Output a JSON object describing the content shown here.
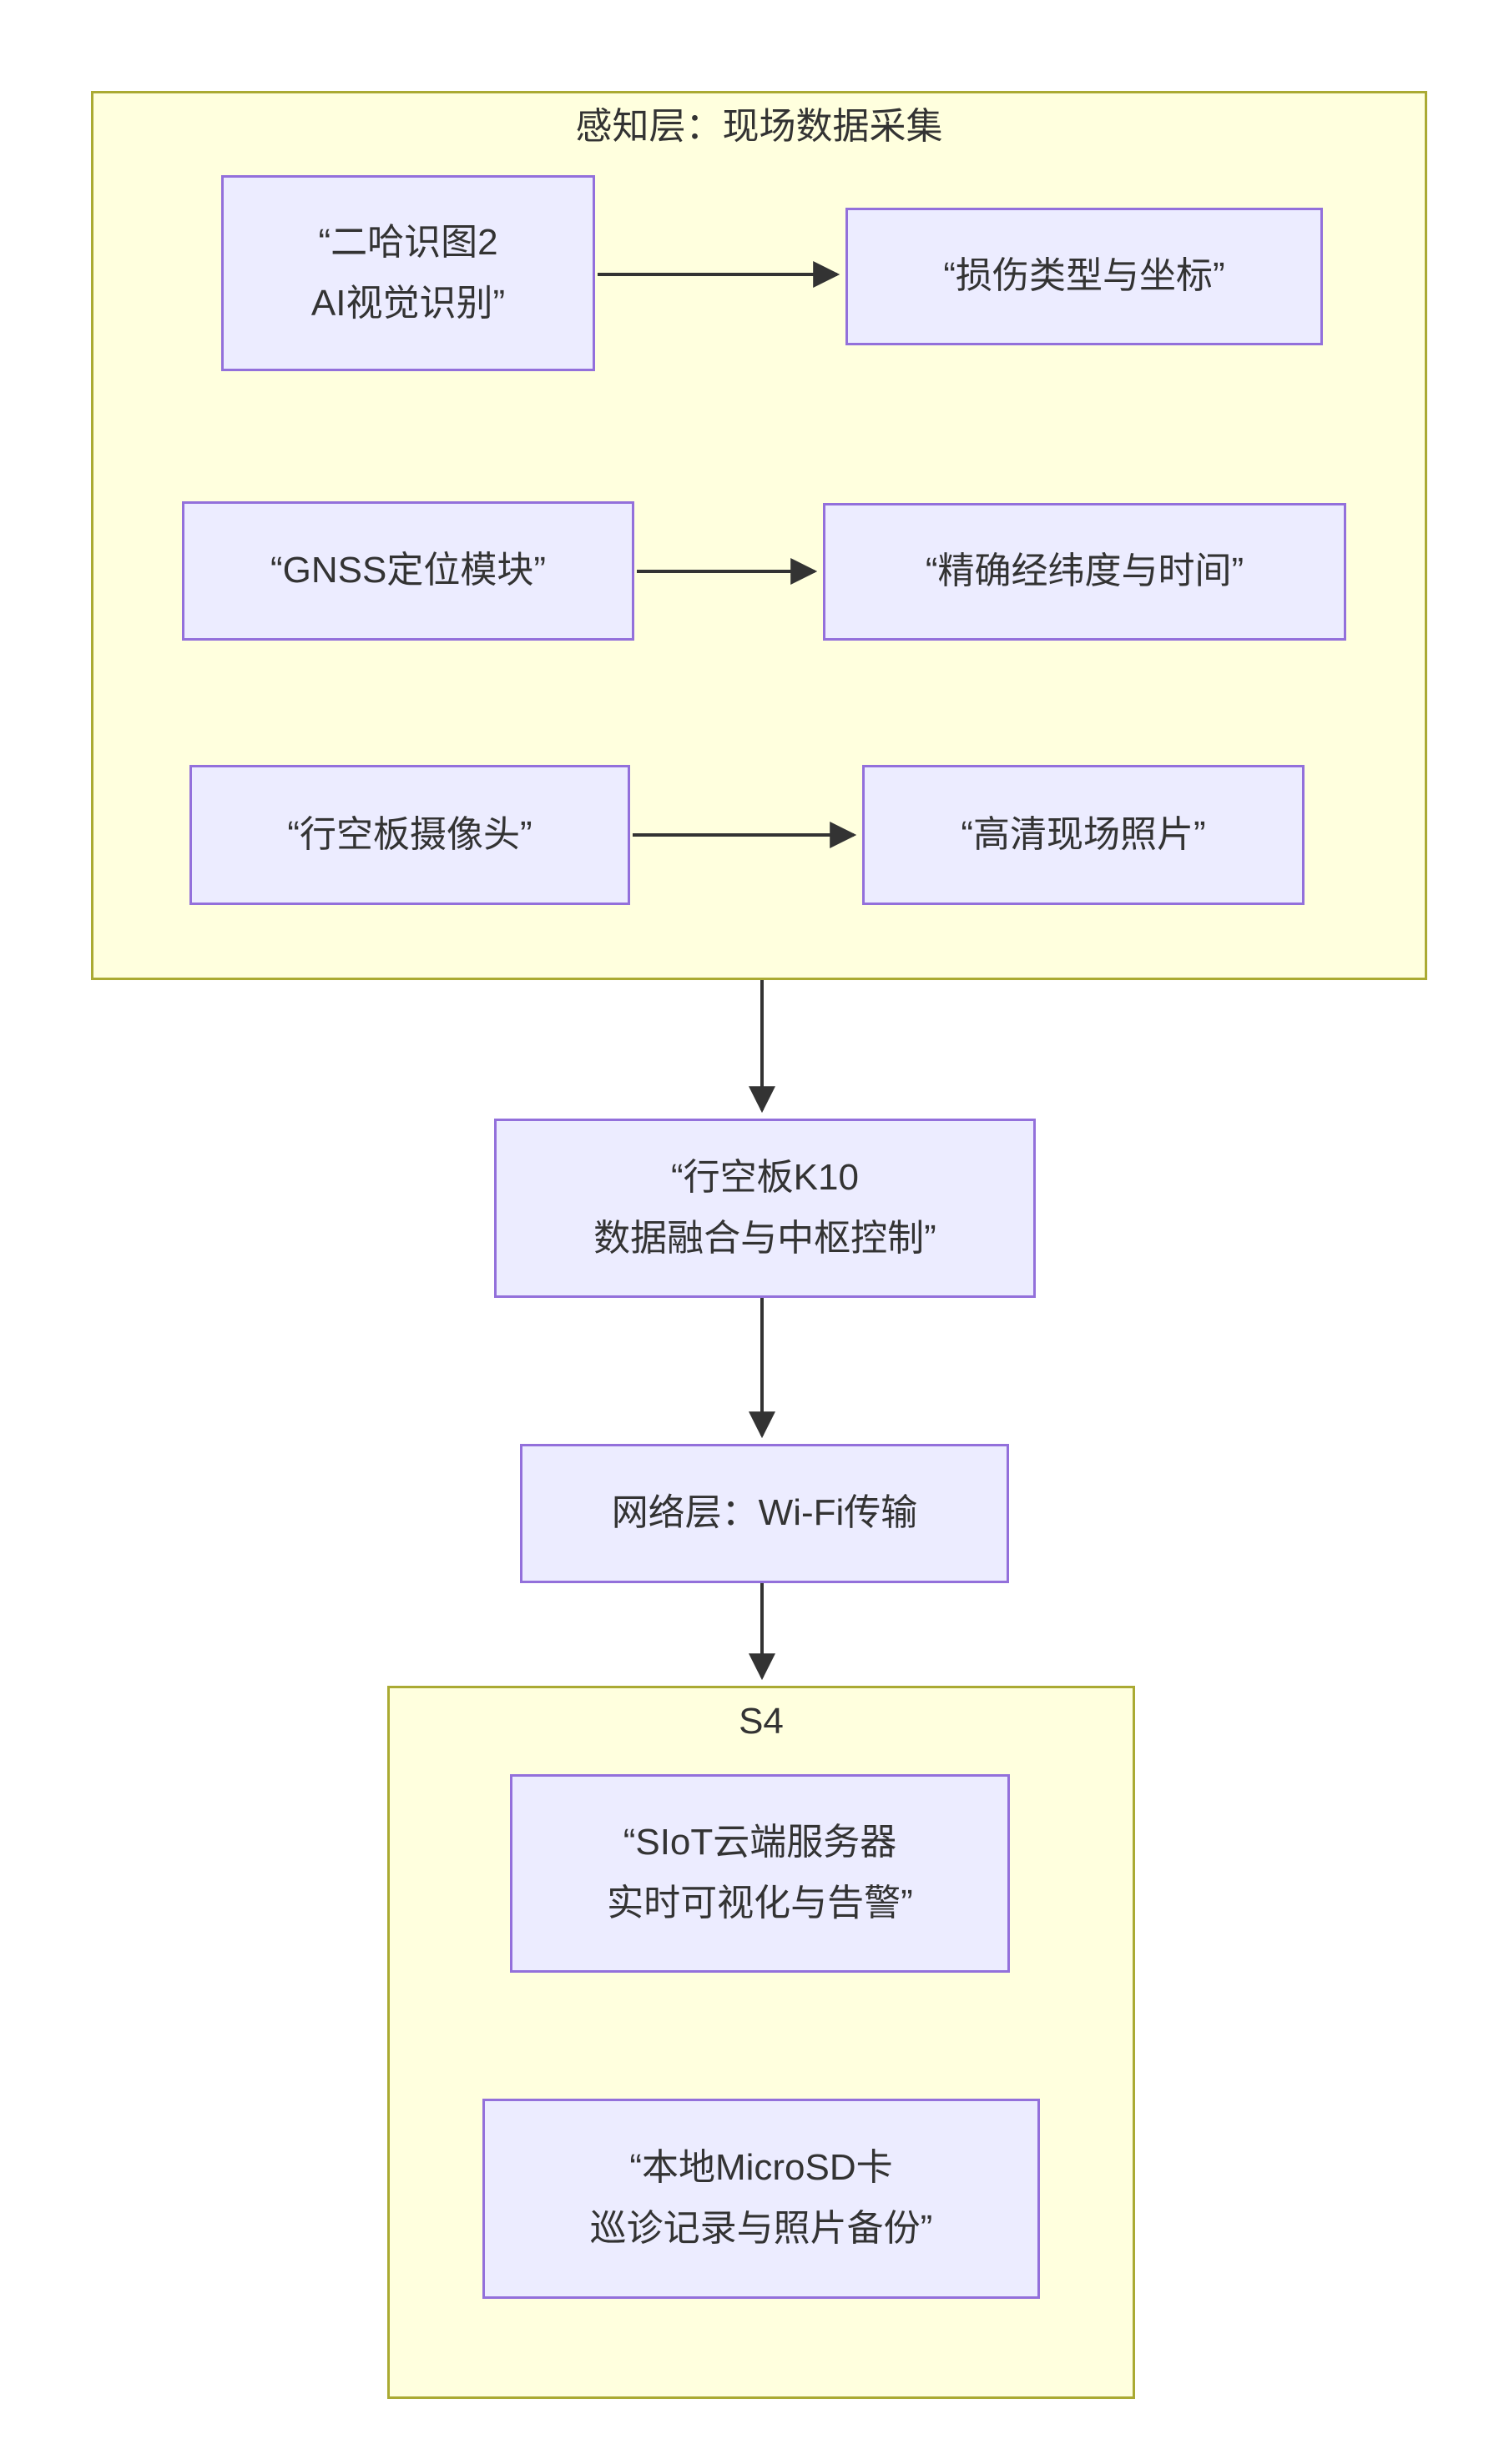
{
  "diagram": {
    "clusters": {
      "perception": {
        "title": "感知层：现场数据采集"
      },
      "s4": {
        "title": "S4"
      }
    },
    "nodes": {
      "vision": {
        "line1": "“二哈识图2",
        "line2": "AI视觉识别”"
      },
      "damage": {
        "line1": "“损伤类型与坐标”"
      },
      "gnss": {
        "line1": "“GNSS定位模块”"
      },
      "latlon": {
        "line1": "“精确经纬度与时间”"
      },
      "camera": {
        "line1": "“行空板摄像头”"
      },
      "photo": {
        "line1": "“高清现场照片”"
      },
      "k10": {
        "line1": "“行空板K10",
        "line2": "数据融合与中枢控制”"
      },
      "network": {
        "line1": "网络层：Wi-Fi传输"
      },
      "siot": {
        "line1": "“SIoT云端服务器",
        "line2": "实时可视化与告警”"
      },
      "sdcard": {
        "line1": "“本地MicroSD卡",
        "line2": "巡诊记录与照片备份”"
      }
    },
    "colors": {
      "cluster_fill": "#ffffde",
      "cluster_border": "#aaaa33",
      "node_fill": "#ececff",
      "node_border": "#9370db",
      "arrow": "#333333",
      "text": "#333333",
      "canvas": "#ffffff"
    }
  }
}
